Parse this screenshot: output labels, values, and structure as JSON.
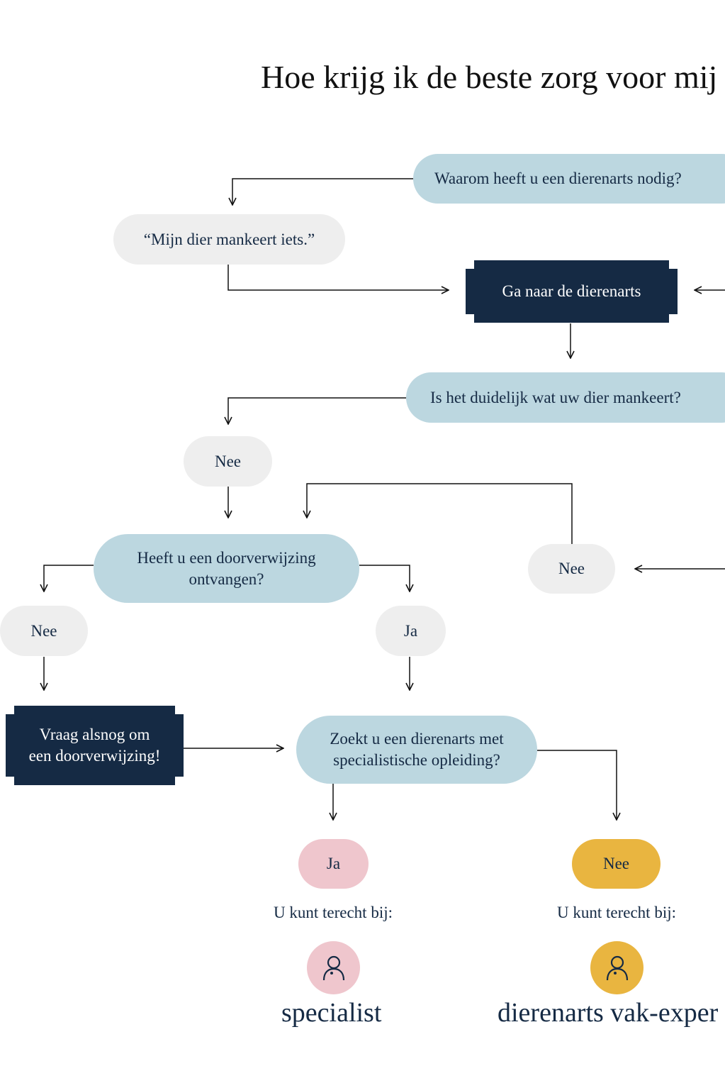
{
  "title": "Hoe krijg ik de beste zorg voor mij",
  "nodes": {
    "q_why": "Waarom heeft u een dierenarts nodig?",
    "a_sick": "“Mijn dier mankeert iets.”",
    "go_vet": "Ga naar de dierenarts",
    "q_clear": "Is het duidelijk wat uw dier mankeert?",
    "nee_1": "Nee",
    "q_referral_line1": "Heeft u een doorverwijzing",
    "q_referral_line2": "ontvangen?",
    "nee_right": "Nee",
    "nee_2": "Nee",
    "ja_1": "Ja",
    "ask_referral_line1": "Vraag alsnog om",
    "ask_referral_line2": "een doorverwijzing!",
    "q_specialist_line1": "Zoekt u een dierenarts met",
    "q_specialist_line2": "specialistische opleiding?",
    "ja_2": "Ja",
    "nee_3": "Nee"
  },
  "outcomes": [
    {
      "prefix": "U kunt terecht bij:",
      "name": "specialist",
      "icon": "person-icon",
      "color": "#efc6cd"
    },
    {
      "prefix": "U kunt terecht bij:",
      "name": "dierenarts vak-exper",
      "icon": "person-icon",
      "color": "#e9b540"
    }
  ],
  "colors": {
    "navy": "#152a44",
    "light_blue": "#bcd7e0",
    "light_grey": "#eeeeee",
    "pink": "#efc6cd",
    "yellow": "#e9b540"
  }
}
